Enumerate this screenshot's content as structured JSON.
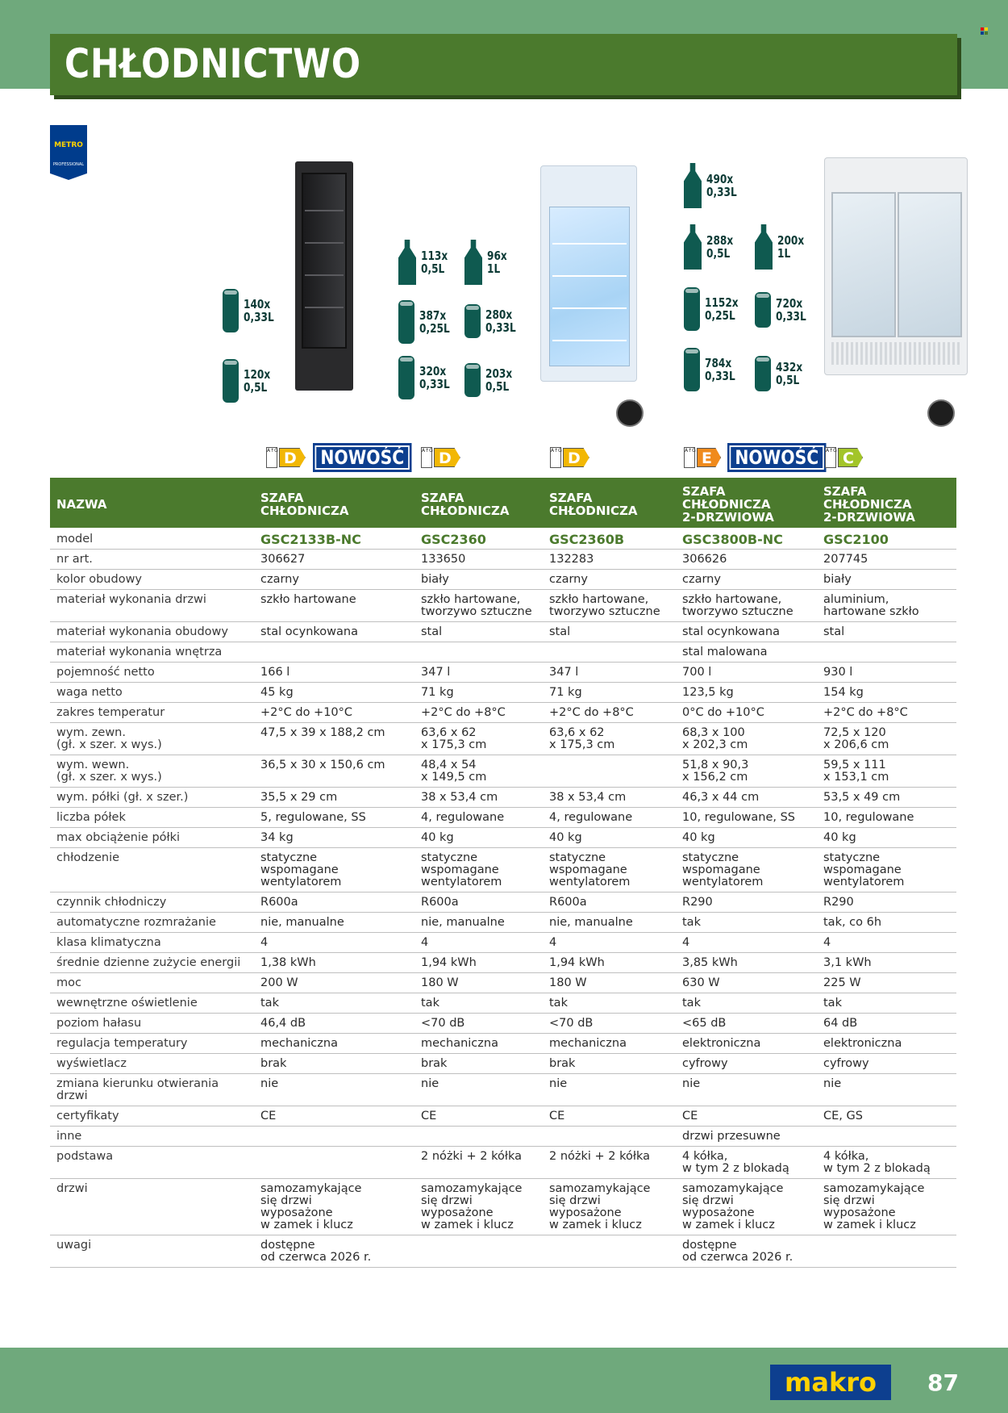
{
  "header": {
    "title": "CHŁODNICTWO"
  },
  "metro_badge": {
    "brand": "METRO",
    "sub": "PROFESSIONAL"
  },
  "packs": {
    "p1": "140x\n0,33L",
    "p2": "120x\n0,5L",
    "p3": "113x\n0,5L",
    "p4": "96x\n1L",
    "p5": "387x\n0,25L",
    "p6": "280x\n0,33L",
    "p7": "320x\n0,33L",
    "p8": "203x\n0,5L",
    "p9": "490x\n0,33L",
    "p10": "288x\n0,5L",
    "p11": "200x\n1L",
    "p12": "1152x\n0,25L",
    "p13": "720x\n0,33L",
    "p14": "784x\n0,33L",
    "p15": "432x\n0,5L"
  },
  "energy": [
    {
      "class": "D",
      "color": "#f2b705",
      "new": "NOWOŚĆ"
    },
    {
      "class": "D",
      "color": "#f2b705",
      "new": ""
    },
    {
      "class": "D",
      "color": "#f2b705",
      "new": ""
    },
    {
      "class": "E",
      "color": "#f08a1c",
      "new": "NOWOŚĆ"
    },
    {
      "class": "C",
      "color": "#a3c529",
      "new": ""
    }
  ],
  "atg_label": "A↑G",
  "table": {
    "head": [
      "NAZWA",
      "SZAFA\nCHŁODNICZA",
      "SZAFA\nCHŁODNICZA",
      "SZAFA\nCHŁODNICZA",
      "SZAFA\nCHŁODNICZA\n2-DRZWIOWA",
      "SZAFA\nCHŁODNICZA\n2-DRZWIOWA"
    ],
    "rows": [
      [
        "model",
        "GSC2133B-NC",
        "GSC2360",
        "GSC2360B",
        "GSC3800B-NC",
        "GSC2100"
      ],
      [
        "nr art.",
        "306627",
        "133650",
        "132283",
        "306626",
        "207745"
      ],
      [
        "kolor obudowy",
        "czarny",
        "biały",
        "czarny",
        "czarny",
        "biały"
      ],
      [
        "materiał wykonania drzwi",
        "szkło hartowane",
        "szkło hartowane,\ntworzywo sztuczne",
        "szkło hartowane,\ntworzywo sztuczne",
        "szkło hartowane,\ntworzywo sztuczne",
        "aluminium,\nhartowane szkło"
      ],
      [
        "materiał wykonania obudowy",
        "stal ocynkowana",
        "stal",
        "stal",
        "stal ocynkowana",
        "stal"
      ],
      [
        "materiał wykonania wnętrza",
        "",
        "",
        "",
        "stal malowana",
        ""
      ],
      [
        "pojemność netto",
        "166 l",
        "347 l",
        "347 l",
        "700 l",
        "930 l"
      ],
      [
        "waga netto",
        "45 kg",
        "71 kg",
        "71 kg",
        "123,5 kg",
        "154 kg"
      ],
      [
        "zakres temperatur",
        "+2°C do +10°C",
        "+2°C do +8°C",
        "+2°C do +8°C",
        "0°C do +10°C",
        "+2°C do +8°C"
      ],
      [
        "wym. zewn.\n(gł. x szer. x wys.)",
        "47,5 x 39 x 188,2 cm",
        "63,6 x 62\nx 175,3 cm",
        "63,6 x 62\nx 175,3 cm",
        "68,3 x 100\nx 202,3 cm",
        "72,5 x 120\nx 206,6 cm"
      ],
      [
        "wym. wewn.\n(gł. x szer. x wys.)",
        "36,5 x 30 x 150,6 cm",
        "48,4 x 54\nx 149,5 cm",
        "",
        "51,8 x 90,3\nx 156,2 cm",
        "59,5 x 111\nx 153,1 cm"
      ],
      [
        "wym. półki (gł. x szer.)",
        "35,5 x 29 cm",
        "38 x 53,4 cm",
        "38 x 53,4 cm",
        "46,3 x 44 cm",
        "53,5 x 49 cm"
      ],
      [
        "liczba półek",
        "5, regulowane, SS",
        "4, regulowane",
        "4, regulowane",
        "10, regulowane, SS",
        "10, regulowane"
      ],
      [
        "max obciążenie półki",
        "34 kg",
        "40 kg",
        "40 kg",
        "40 kg",
        "40 kg"
      ],
      [
        "chłodzenie",
        "statyczne\nwspomagane\nwentylatorem",
        "statyczne\nwspomagane\nwentylatorem",
        "statyczne\nwspomagane\nwentylatorem",
        "statyczne\nwspomagane\nwentylatorem",
        "statyczne\nwspomagane\nwentylatorem"
      ],
      [
        "czynnik chłodniczy",
        "R600a",
        "R600a",
        "R600a",
        "R290",
        "R290"
      ],
      [
        "automatyczne rozmrażanie",
        "nie, manualne",
        "nie, manualne",
        "nie, manualne",
        "tak",
        "tak, co 6h"
      ],
      [
        "klasa klimatyczna",
        "4",
        "4",
        "4",
        "4",
        "4"
      ],
      [
        "średnie dzienne zużycie energii",
        "1,38 kWh",
        "1,94 kWh",
        "1,94 kWh",
        "3,85 kWh",
        "3,1 kWh"
      ],
      [
        "moc",
        "200 W",
        "180 W",
        "180 W",
        "630 W",
        "225 W"
      ],
      [
        "wewnętrzne oświetlenie",
        "tak",
        "tak",
        "tak",
        "tak",
        "tak"
      ],
      [
        "poziom hałasu",
        "46,4 dB",
        "<70 dB",
        "<70 dB",
        "<65 dB",
        "64 dB"
      ],
      [
        "regulacja temperatury",
        "mechaniczna",
        "mechaniczna",
        "mechaniczna",
        "elektroniczna",
        "elektroniczna"
      ],
      [
        "wyświetlacz",
        "brak",
        "brak",
        "brak",
        "cyfrowy",
        "cyfrowy"
      ],
      [
        "zmiana kierunku otwierania\ndrzwi",
        "nie",
        "nie",
        "nie",
        "nie",
        "nie"
      ],
      [
        "certyfikaty",
        "CE",
        "CE",
        "CE",
        "CE",
        "CE, GS"
      ],
      [
        "inne",
        "",
        "",
        "",
        "drzwi przesuwne",
        ""
      ],
      [
        "podstawa",
        "",
        "2 nóżki + 2 kółka",
        "2 nóżki + 2 kółka",
        "4 kółka,\nw tym 2 z blokadą",
        "4 kółka,\nw tym 2 z blokadą"
      ],
      [
        "drzwi",
        "samozamykające\nsię drzwi\nwyposażone\nw zamek i klucz",
        "samozamykające\nsię drzwi\nwyposażone\nw zamek i klucz",
        "samozamykające\nsię drzwi\nwyposażone\nw zamek i klucz",
        "samozamykające\nsię drzwi\nwyposażone\nw zamek i klucz",
        "samozamykające\nsię drzwi\nwyposażone\nw zamek i klucz"
      ],
      [
        "uwagi",
        "dostępne\nod czerwca 2026 r.",
        "",
        "",
        "dostępne\nod czerwca 2026 r.",
        ""
      ]
    ]
  },
  "footer": {
    "logo": "makro",
    "page": "87"
  }
}
